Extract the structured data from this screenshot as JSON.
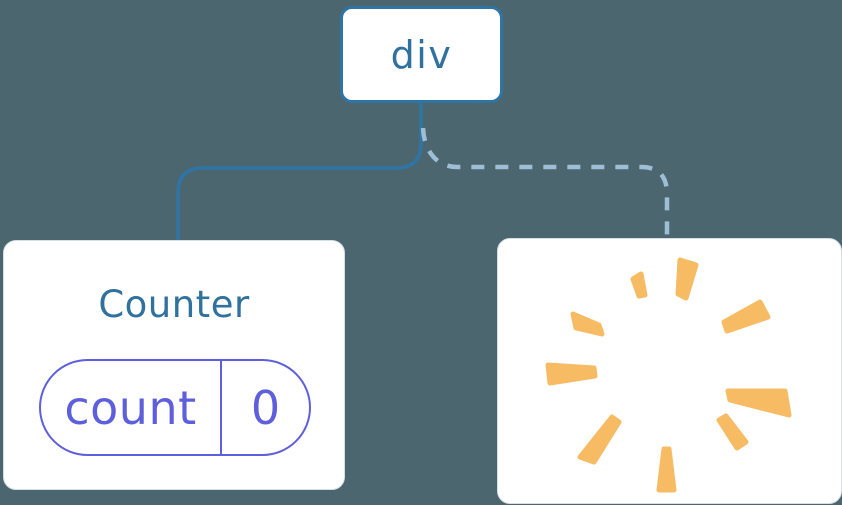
{
  "colors": {
    "background": "#4C6670",
    "card": "#FFFFFF",
    "card-border": "#D5DFE6",
    "node-border": "#2E75A6",
    "node-text": "#30719D",
    "solid-line": "#2E75A6",
    "dashed-line": "#9EBED5",
    "state": "#5E5FDC",
    "poof": "#F6BB63"
  },
  "diagram": {
    "root": {
      "label": "div"
    },
    "children": {
      "counter": {
        "title": "Counter",
        "state": {
          "key": "count",
          "value": "0"
        }
      },
      "removed": {
        "icon": "poof-icon"
      }
    }
  }
}
